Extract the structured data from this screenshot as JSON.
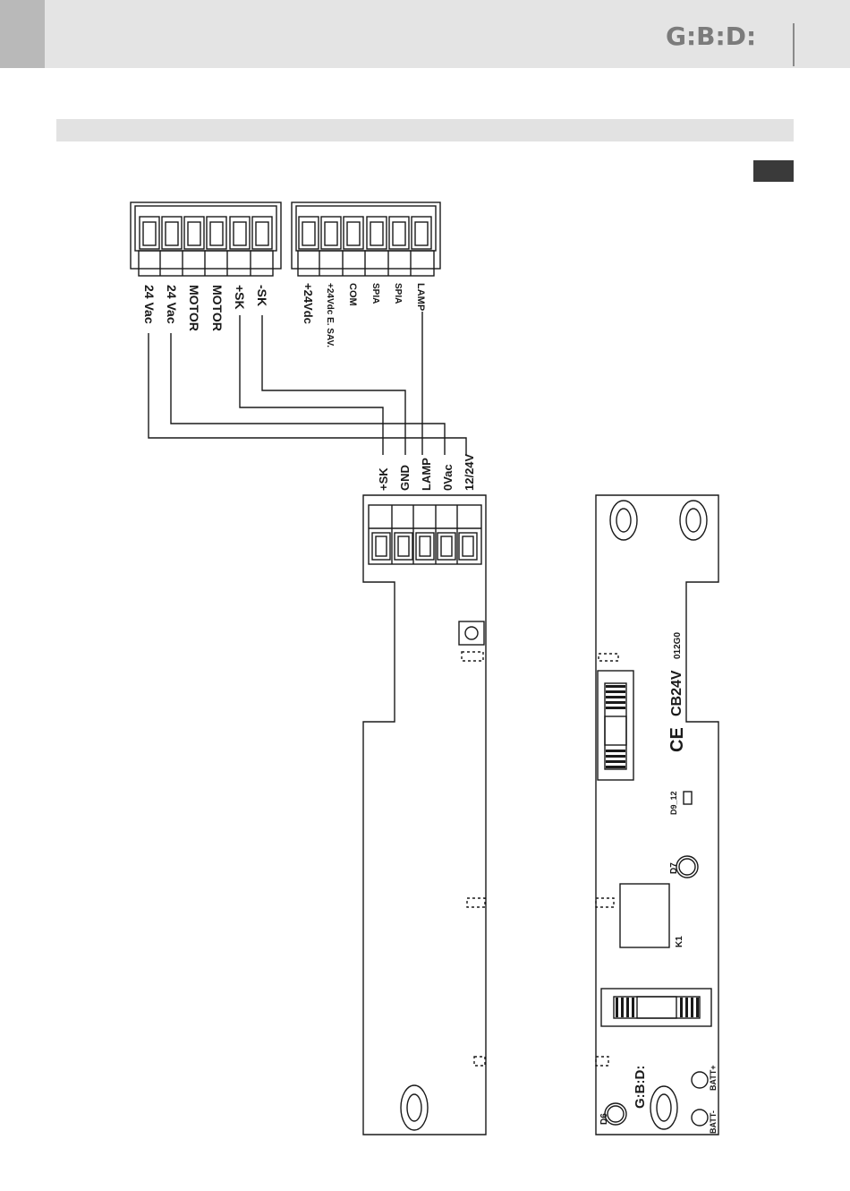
{
  "header": {
    "brand": "G:B:D:"
  },
  "connector_left": {
    "labels": [
      "24 Vac",
      "24 Vac",
      "MOTOR",
      "MOTOR",
      "+SK",
      "-SK"
    ]
  },
  "connector_right": {
    "labels": [
      "+24Vdc",
      "+24Vdc E. SAV.",
      "COM",
      "SPIA",
      "SPIA",
      "LAMP"
    ]
  },
  "board_terminal": {
    "labels": [
      "+SK",
      "GND",
      "LAMP",
      "0Vac",
      "12/24V"
    ]
  },
  "board_right": {
    "model": "CB24V",
    "code": "012G0",
    "ce_mark": "CE",
    "d9_label": "D9_12",
    "d7_label": "D7",
    "k1_label": "K1",
    "d6_label": "D6",
    "logo": "G:B:D:",
    "batt_minus": "BATT-",
    "batt_plus": "BATT+"
  }
}
